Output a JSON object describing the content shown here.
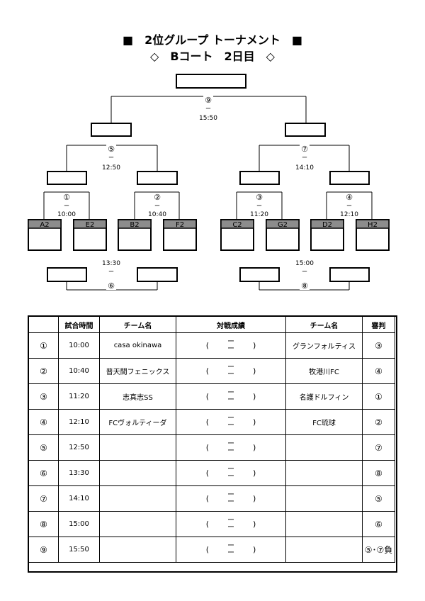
{
  "title_line1": "■　2位グループ トーナメント　■",
  "title_line2": "◇　Bコート　2日目　◇",
  "bracket": {
    "matches": [
      {
        "no": "①",
        "sep": "ー",
        "time": "10:00"
      },
      {
        "no": "②",
        "sep": "ー",
        "time": "10:40"
      },
      {
        "no": "③",
        "sep": "ー",
        "time": "11:20"
      },
      {
        "no": "④",
        "sep": "ー",
        "time": "12:10"
      },
      {
        "no": "⑤",
        "sep": "ー",
        "time": "12:50"
      },
      {
        "no": "⑥",
        "sep": "ー",
        "time": "13:30"
      },
      {
        "no": "⑦",
        "sep": "ー",
        "time": "14:10"
      },
      {
        "no": "⑧",
        "sep": "ー",
        "time": "15:00"
      },
      {
        "no": "⑨",
        "sep": "ー",
        "time": "15:50"
      }
    ],
    "teams": [
      "A2",
      "E2",
      "B2",
      "F2",
      "C2",
      "G2",
      "D2",
      "H2"
    ]
  },
  "table": {
    "headers": [
      "",
      "試合時間",
      "チーム名",
      "対戦成績",
      "チーム名",
      "審判"
    ],
    "rows": [
      {
        "no": "①",
        "time": "10:00",
        "team1": "casa okinawa",
        "team2": "グランフォルティス",
        "ref": "③"
      },
      {
        "no": "②",
        "time": "10:40",
        "team1": "普天間フェニックス",
        "team2": "牧港川FC",
        "ref": "④"
      },
      {
        "no": "③",
        "time": "11:20",
        "team1": "志真志SS",
        "team2": "名護ドルフィン",
        "ref": "①"
      },
      {
        "no": "④",
        "time": "12:10",
        "team1": "FCヴォルティーダ",
        "team2": "FC琉球",
        "ref": "②"
      },
      {
        "no": "⑤",
        "time": "12:50",
        "team1": "",
        "team2": "",
        "ref": "⑦"
      },
      {
        "no": "⑥",
        "time": "13:30",
        "team1": "",
        "team2": "",
        "ref": "⑧"
      },
      {
        "no": "⑦",
        "time": "14:10",
        "team1": "",
        "team2": "",
        "ref": "⑤"
      },
      {
        "no": "⑧",
        "time": "15:00",
        "team1": "",
        "team2": "",
        "ref": "⑥"
      },
      {
        "no": "⑨",
        "time": "15:50",
        "team1": "",
        "team2": "",
        "ref": "⑤･⑦負"
      }
    ],
    "score_open": "(",
    "score_close": ")",
    "score_sep": "ー"
  }
}
